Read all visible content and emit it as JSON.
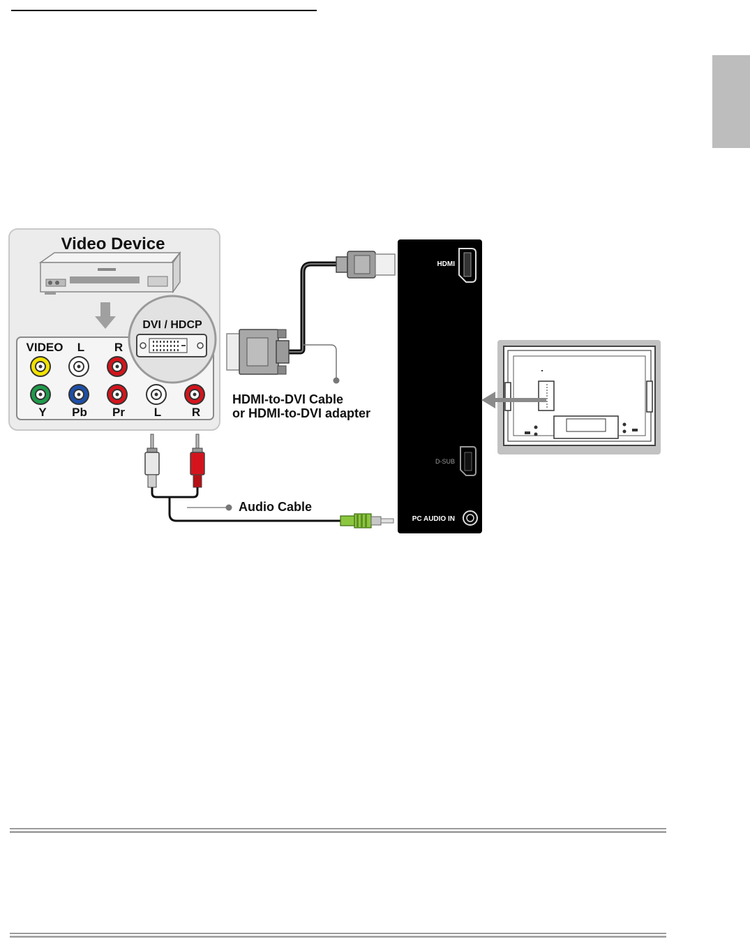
{
  "device_panel": {
    "title": "Video Device",
    "dvi_port_label": "DVI / HDCP",
    "top_row_labels": [
      "VIDEO",
      "L",
      "R"
    ],
    "bottom_row_labels": [
      "Y",
      "Pb",
      "Pr",
      "L",
      "R"
    ]
  },
  "cables": {
    "hdmi_dvi_line1": "HDMI-to-DVI Cable",
    "hdmi_dvi_line2": "or HDMI-to-DVI adapter",
    "audio": "Audio Cable"
  },
  "tv_panel": {
    "hdmi": "HDMI",
    "dsub": "D-SUB",
    "pc_audio": "PC AUDIO IN"
  },
  "colors": {
    "video_yellow": "#f2e200",
    "audio_white": "#ffffff",
    "audio_red": "#d4141c",
    "y_green": "#1f9a4a",
    "pb_blue": "#1d4fa8",
    "mini_jack_green": "#8cc63f",
    "panel_black": "#000000"
  }
}
